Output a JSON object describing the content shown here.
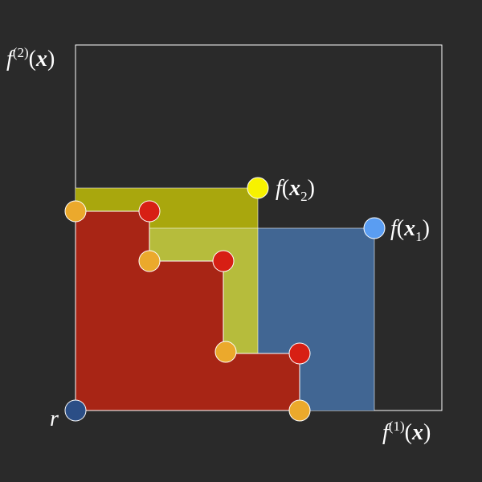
{
  "labels": {
    "y_axis": {
      "func": "f",
      "sup": "(2)",
      "arg": "x"
    },
    "x_axis": {
      "func": "f",
      "sup": "(1)",
      "arg": "x"
    },
    "reference": "r",
    "point_x1": {
      "func": "f",
      "arg": "x",
      "sub": "1"
    },
    "point_x2": {
      "func": "f",
      "arg": "x",
      "sub": "2"
    }
  },
  "colors": {
    "background": "#2a2a2a",
    "frame": "#ffffff",
    "dominated_region": "#a82515",
    "region_x2": "#a9a70d",
    "region_x2_overlap": "#b6bc3c",
    "region_x1": "#416693",
    "point_x1": "#5a9df2",
    "point_x2": "#f7f200",
    "reference_point": "#2b4e86",
    "front_point": "#d71f14",
    "corner_point": "#eba92c"
  }
}
